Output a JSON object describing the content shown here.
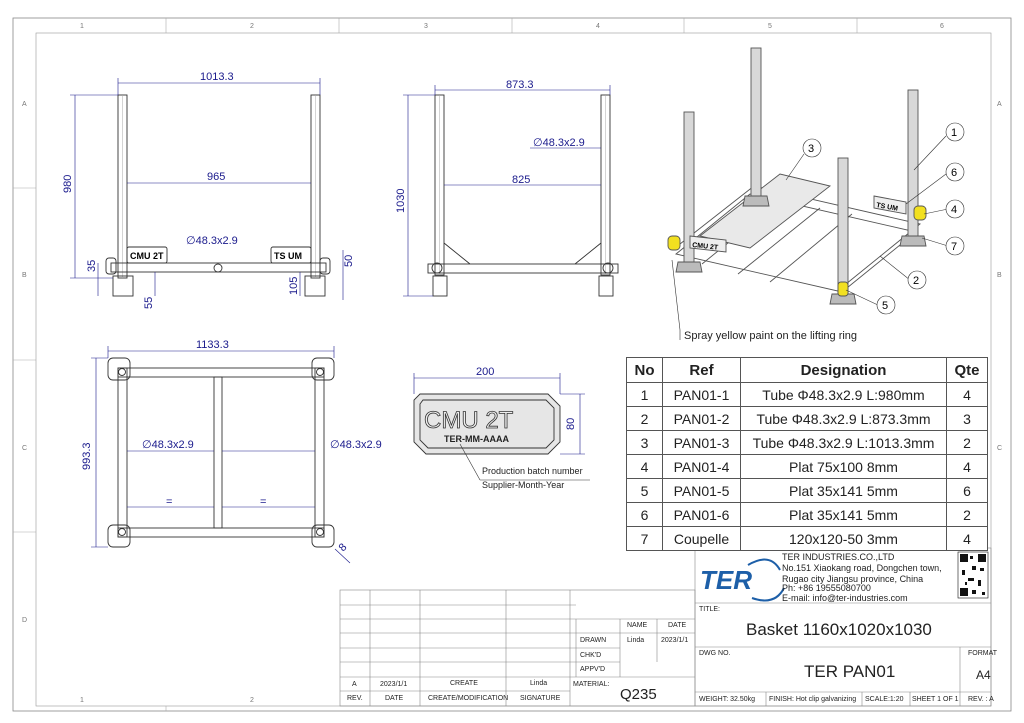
{
  "border": {
    "cols_top": [
      "1",
      "2",
      "3",
      "4",
      "5",
      "6"
    ],
    "rows_left": [
      "A",
      "B",
      "C",
      "D"
    ],
    "rows_right": [
      "A",
      "B",
      "C"
    ]
  },
  "front_view": {
    "overall_width": "1013.3",
    "height": "980",
    "inner_width": "965",
    "tube": "∅48.3x2.9",
    "foot_h1": "35",
    "foot_h2": "55",
    "foot_h3": "105",
    "foot_h4": "50",
    "plate_left": "CMU 2T",
    "plate_right": "TS UM"
  },
  "side_view": {
    "overall_width": "873.3",
    "height": "1030",
    "inner_width": "825",
    "tube": "∅48.3x2.9"
  },
  "top_view": {
    "overall_width": "1133.3",
    "overall_depth": "993.3",
    "tube_left": "∅48.3x2.9",
    "tube_right": "∅48.3x2.9",
    "equal_left": "=",
    "equal_right": "=",
    "corner": "8"
  },
  "plate_detail": {
    "width": "200",
    "height": "80",
    "title": "CMU 2T",
    "code": "TER-MM-AAAA",
    "note_line1": "Production batch number",
    "note_line2": "Supplier-Month-Year"
  },
  "iso_view": {
    "balloons": [
      "1",
      "2",
      "3",
      "4",
      "5",
      "6",
      "7"
    ],
    "plate_left": "CMU 2T",
    "plate_right": "TS UM",
    "note": "Spray yellow paint on the lifting ring"
  },
  "bom": {
    "headers": [
      "No",
      "Ref",
      "Designation",
      "Qte"
    ],
    "rows": [
      [
        "1",
        "PAN01-1",
        "Tube Φ48.3x2.9 L:980mm",
        "4"
      ],
      [
        "2",
        "PAN01-2",
        "Tube Φ48.3x2.9 L:873.3mm",
        "3"
      ],
      [
        "3",
        "PAN01-3",
        "Tube Φ48.3x2.9 L:1013.3mm",
        "2"
      ],
      [
        "4",
        "PAN01-4",
        "Plat 75x100 8mm",
        "4"
      ],
      [
        "5",
        "PAN01-5",
        "Plat 35x141 5mm",
        "6"
      ],
      [
        "6",
        "PAN01-6",
        "Plat 35x141 5mm",
        "2"
      ],
      [
        "7",
        "Coupelle",
        "120x120-50 3mm",
        "4"
      ]
    ]
  },
  "company": {
    "logo": "TER",
    "name": "TER INDUSTRIES.CO.,LTD",
    "addr1": "No.151 Xiaokang road, Dongchen town,",
    "addr2": "Rugao city Jiangsu province, China",
    "phone": "Ph: +86 19555080700",
    "email": "E-mail: info@ter-industries.com"
  },
  "title_block": {
    "title_label": "TITLE:",
    "title": "Basket 1160x1020x1030",
    "dwg_label": "DWG NO.",
    "dwg_no": "TER PAN01",
    "format_label": "FORMAT",
    "format": "A4",
    "name_label": "NAME",
    "date_label": "DATE",
    "drawn": "DRAWN",
    "drawn_name": "Linda",
    "drawn_date": "2023/1/1",
    "chkd": "CHK'D",
    "appvd": "APPV'D",
    "material_label": "MATERIAL:",
    "material": "Q235",
    "rev_a": "A",
    "rev_date": "2023/1/1",
    "rev_action": "CREATE",
    "rev_name": "Linda",
    "col_rev": "REV.",
    "col_date": "DATE",
    "col_create": "CREATE/MODIFICATION",
    "col_sign": "SIGNATURE",
    "weight": "WEIGHT: 32.50kg",
    "finish": "FINISH: Hot clip galvanizing",
    "scale": "SCALE:1:20",
    "sheet": "SHEET 1 OF 1",
    "rev": "REV. : A"
  }
}
